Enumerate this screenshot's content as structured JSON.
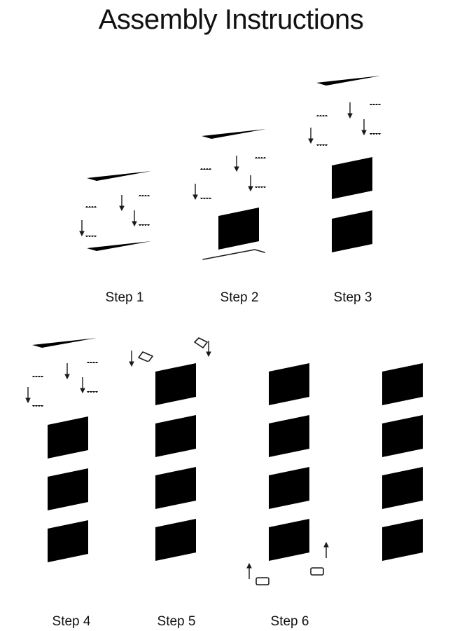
{
  "title": "Assembly Instructions",
  "steps": [
    {
      "label": "Step 1"
    },
    {
      "label": "Step 2"
    },
    {
      "label": "Step 3"
    },
    {
      "label": "Step 4"
    },
    {
      "label": "Step 5"
    },
    {
      "label": "Step 6"
    }
  ],
  "icons": {
    "arrow_down": "arrow-down-icon",
    "arrow_up": "arrow-up-icon"
  }
}
